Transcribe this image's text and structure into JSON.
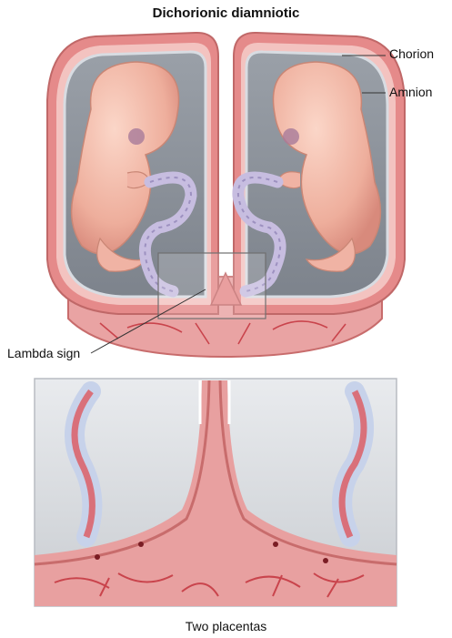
{
  "figure": {
    "title": "Dichorionic diamniotic",
    "labels": {
      "chorion": "Chorion",
      "amnion": "Amnion",
      "lambda_sign": "Lambda sign"
    },
    "inset_caption": "Two placentas"
  },
  "colors": {
    "chorion": "#e58a8a",
    "amnion_fluid": "#8e959e",
    "placenta": "#e8a0a0",
    "vessel": "#c9444c",
    "embryo_skin": "#f0b3a4",
    "cord": "#c7bde0"
  }
}
